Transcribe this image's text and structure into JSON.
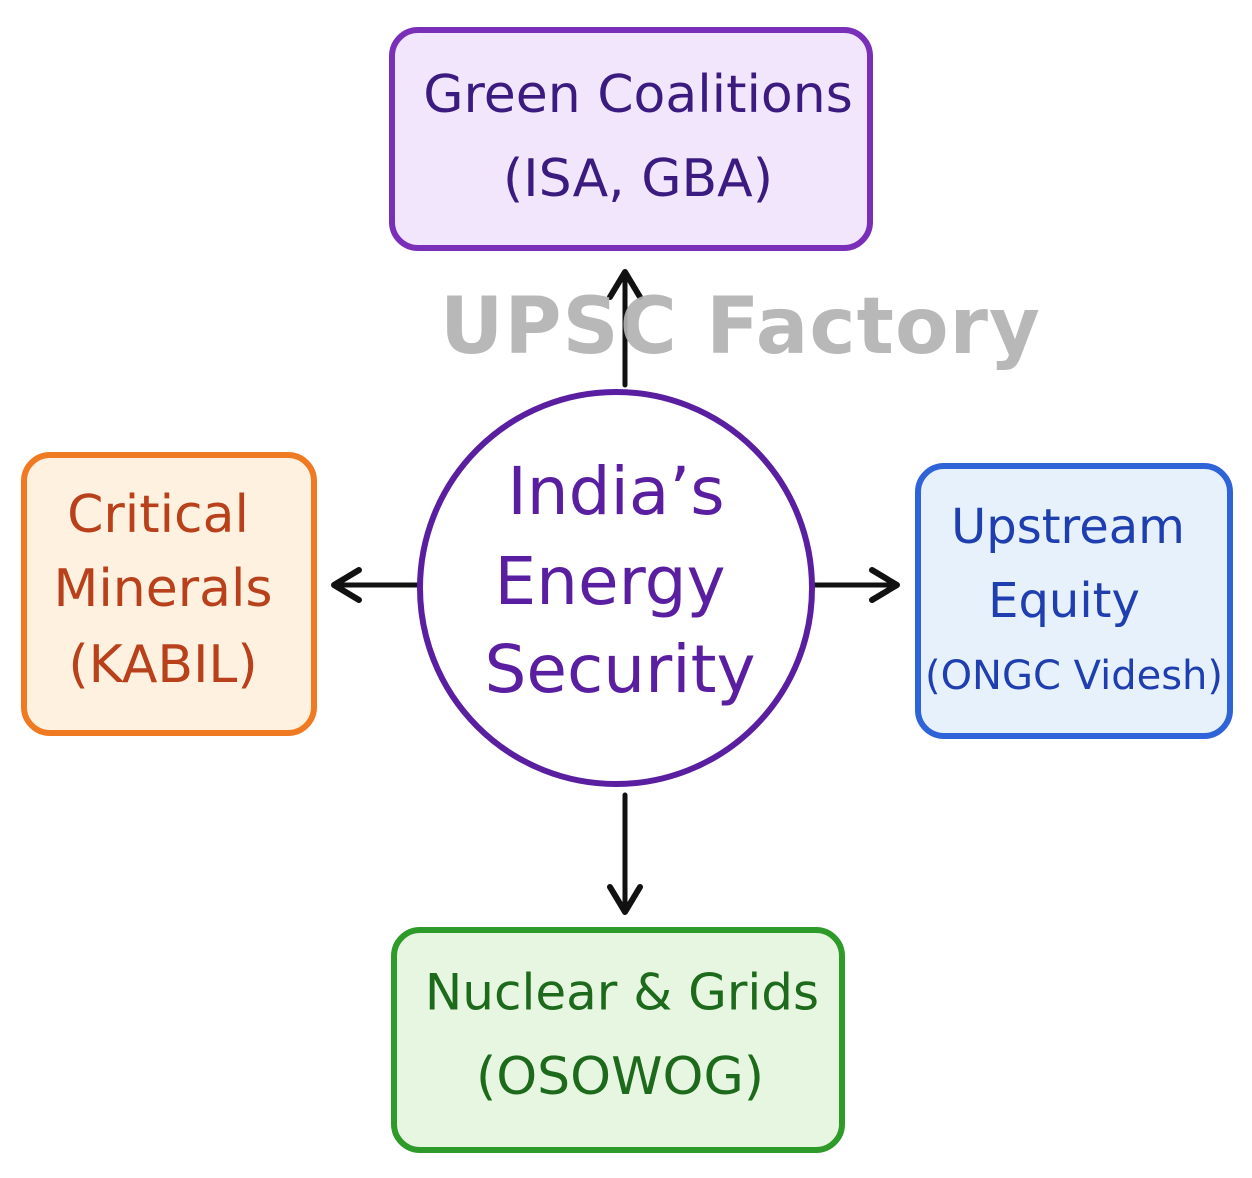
{
  "center": {
    "lines": [
      "India’s",
      "Energy",
      "Security"
    ],
    "color": "#5a1fa0"
  },
  "nodes": {
    "top": {
      "lines": [
        "Green Coalitions",
        "(ISA, GBA)"
      ],
      "text_color": "#3b1b80",
      "border_color": "#7a2fb8",
      "fill_color": "#f1e6fb"
    },
    "left": {
      "lines": [
        "Critical",
        "Minerals",
        "(KABIL)"
      ],
      "text_color": "#b8401a",
      "border_color": "#f07a22",
      "fill_color": "#fff1df"
    },
    "right": {
      "lines": [
        "Upstream",
        "Equity",
        "(ONGC Videsh)"
      ],
      "text_color": "#1f3fb0",
      "border_color": "#2f64d8",
      "fill_color": "#e7f1fc"
    },
    "bottom": {
      "lines": [
        "Nuclear & Grids",
        "(OSOWOG)"
      ],
      "text_color": "#1e6a1c",
      "border_color": "#2e9a2a",
      "fill_color": "#e6f6e1"
    }
  },
  "watermark": "UPSC Factory",
  "arrow_color": "#111111"
}
